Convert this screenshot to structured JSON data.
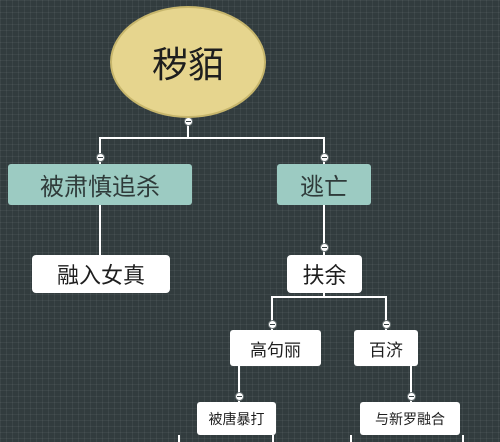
{
  "colors": {
    "background": "#323c3e",
    "root_fill": "#e6d58e",
    "branch_fill": "#9ccbc2",
    "node_fill": "#ffffff",
    "connector": "#ffffff"
  },
  "root": {
    "label": "秽貊"
  },
  "branches": [
    {
      "label": "被肃慎追杀",
      "children": [
        {
          "label": "融入女真"
        }
      ]
    },
    {
      "label": "逃亡",
      "children": [
        {
          "label": "扶余",
          "children": [
            {
              "label": "高句丽",
              "children": [
                {
                  "label": "被唐暴打"
                }
              ]
            },
            {
              "label": "百济",
              "children": [
                {
                  "label": "与新罗融合"
                }
              ]
            }
          ]
        }
      ]
    }
  ]
}
